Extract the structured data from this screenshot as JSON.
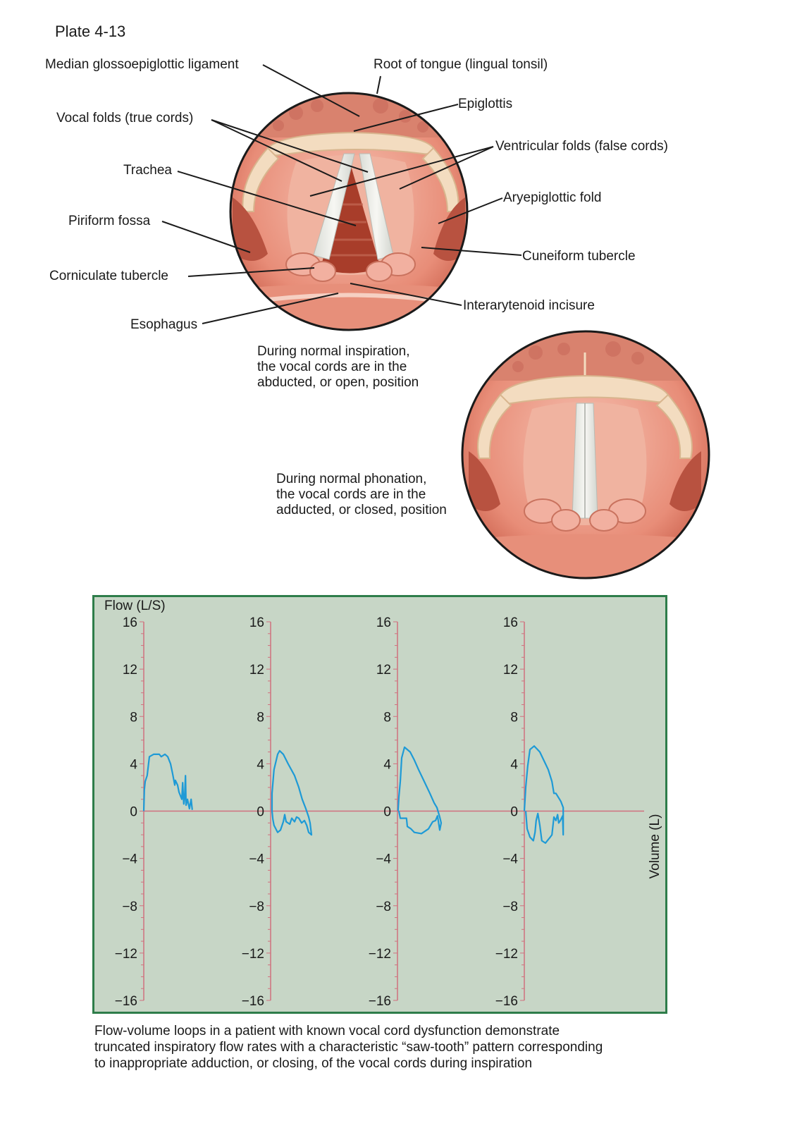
{
  "plate": "Plate 4-13",
  "labels": {
    "median_ligament": "Median glossoepiglottic ligament",
    "root_tongue": "Root of tongue (lingual tonsil)",
    "epiglottis": "Epiglottis",
    "vocal_folds": "Vocal folds (true cords)",
    "ventricular_folds": "Ventricular folds (false cords)",
    "trachea": "Trachea",
    "aryepiglottic_fold": "Aryepiglottic fold",
    "piriform_fossa": "Piriform fossa",
    "cuneiform_tubercle": "Cuneiform tubercle",
    "corniculate_tubercle": "Corniculate tubercle",
    "interarytenoid_incisure": "Interarytenoid incisure",
    "esophagus": "Esophagus"
  },
  "captions": {
    "inspiration": [
      "During normal inspiration,",
      "the vocal cords are in the",
      "abducted, or open, position"
    ],
    "phonation": [
      "During normal phonation,",
      "the vocal cords are in the",
      "adducted, or closed, position"
    ],
    "figure": [
      "Flow-volume loops in a patient with known vocal cord dysfunction demonstrate",
      "truncated inspiratory flow rates with a characteristic “saw-tooth” pattern corresponding",
      "to inappropriate adduction, or closing, of the vocal cords during inspiration"
    ]
  },
  "colors": {
    "axis": "#d0707e",
    "trace": "#1e9ad6",
    "panel_bg": "#c7d6c6",
    "panel_border": "#2e7d4a",
    "tissue": "#e38a78"
  },
  "chart_data": {
    "type": "line",
    "ylabel": "Flow (L/S)",
    "xlabel": "Volume (L)",
    "ylim": [
      -16,
      16
    ],
    "yticks": [
      "16",
      "12",
      "8",
      "4",
      "0",
      "−4",
      "−8",
      "−12",
      "−16"
    ],
    "series": [
      {
        "points": [
          [
            0,
            0
          ],
          [
            0.02,
            1.8
          ],
          [
            0.05,
            2.5
          ],
          [
            0.12,
            3.0
          ],
          [
            0.2,
            4.6
          ],
          [
            0.35,
            4.8
          ],
          [
            0.55,
            4.8
          ],
          [
            0.62,
            4.6
          ],
          [
            0.75,
            4.8
          ],
          [
            0.85,
            4.6
          ],
          [
            0.95,
            4.0
          ],
          [
            1.02,
            3.2
          ],
          [
            1.1,
            2.2
          ],
          [
            1.12,
            2.6
          ],
          [
            1.2,
            2.2
          ],
          [
            1.25,
            1.6
          ],
          [
            1.35,
            1.0
          ],
          [
            1.38,
            2.4
          ],
          [
            1.4,
            1.4
          ],
          [
            1.42,
            0.6
          ],
          [
            1.45,
            1.2
          ],
          [
            1.48,
            3.0
          ],
          [
            1.5,
            0.5
          ],
          [
            1.55,
            1.0
          ],
          [
            1.62,
            0.2
          ],
          [
            1.68,
            1.0
          ],
          [
            1.72,
            0.1
          ]
        ]
      },
      {
        "points": [
          [
            0.05,
            0
          ],
          [
            0.05,
            1.5
          ],
          [
            0.12,
            3.5
          ],
          [
            0.25,
            4.8
          ],
          [
            0.32,
            5.1
          ],
          [
            0.45,
            4.8
          ],
          [
            0.62,
            4.0
          ],
          [
            0.85,
            3.0
          ],
          [
            1.0,
            2.0
          ],
          [
            1.12,
            1.0
          ],
          [
            1.25,
            0.2
          ],
          [
            1.35,
            -0.5
          ],
          [
            1.4,
            -1.0
          ],
          [
            1.45,
            -2.0
          ],
          [
            1.35,
            -1.8
          ],
          [
            1.28,
            -1.2
          ],
          [
            1.2,
            -0.8
          ],
          [
            1.1,
            -1.0
          ],
          [
            1.0,
            -0.6
          ],
          [
            0.92,
            -0.5
          ],
          [
            0.85,
            -0.9
          ],
          [
            0.75,
            -0.6
          ],
          [
            0.68,
            -1.1
          ],
          [
            0.55,
            -0.9
          ],
          [
            0.5,
            -0.3
          ],
          [
            0.45,
            -0.9
          ],
          [
            0.35,
            -1.6
          ],
          [
            0.25,
            -1.8
          ],
          [
            0.12,
            -1.2
          ],
          [
            0.08,
            -0.7
          ],
          [
            0.05,
            0
          ]
        ]
      },
      {
        "points": [
          [
            0.02,
            0
          ],
          [
            0.05,
            1.2
          ],
          [
            0.1,
            2.5
          ],
          [
            0.15,
            4.5
          ],
          [
            0.25,
            5.4
          ],
          [
            0.45,
            5.0
          ],
          [
            0.6,
            4.3
          ],
          [
            0.75,
            3.5
          ],
          [
            0.95,
            2.5
          ],
          [
            1.15,
            1.5
          ],
          [
            1.3,
            0.7
          ],
          [
            1.4,
            0.3
          ],
          [
            1.5,
            -0.5
          ],
          [
            1.55,
            -1.0
          ],
          [
            1.5,
            -1.6
          ],
          [
            1.42,
            -0.4
          ],
          [
            1.35,
            -0.8
          ],
          [
            1.25,
            -0.9
          ],
          [
            1.1,
            -1.5
          ],
          [
            0.85,
            -1.9
          ],
          [
            0.6,
            -1.8
          ],
          [
            0.48,
            -1.5
          ],
          [
            0.35,
            -1.3
          ],
          [
            0.32,
            -0.6
          ],
          [
            0.2,
            -0.6
          ],
          [
            0.1,
            -0.6
          ],
          [
            0.05,
            0
          ]
        ]
      },
      {
        "points": [
          [
            0,
            0
          ],
          [
            0.05,
            2.0
          ],
          [
            0.12,
            3.8
          ],
          [
            0.2,
            5.2
          ],
          [
            0.35,
            5.5
          ],
          [
            0.55,
            5.0
          ],
          [
            0.75,
            4.0
          ],
          [
            0.85,
            3.5
          ],
          [
            0.98,
            2.5
          ],
          [
            1.05,
            1.5
          ],
          [
            1.12,
            1.5
          ],
          [
            1.25,
            1.0
          ],
          [
            1.3,
            0.8
          ],
          [
            1.38,
            0.3
          ],
          [
            1.38,
            -2.0
          ],
          [
            1.36,
            -0.4
          ],
          [
            1.28,
            -0.8
          ],
          [
            1.22,
            -1.0
          ],
          [
            1.18,
            -0.3
          ],
          [
            1.12,
            -0.8
          ],
          [
            1.05,
            -0.5
          ],
          [
            0.98,
            -2.0
          ],
          [
            0.92,
            -2.2
          ],
          [
            0.85,
            -2.4
          ],
          [
            0.75,
            -2.7
          ],
          [
            0.62,
            -2.5
          ],
          [
            0.55,
            -1.2
          ],
          [
            0.48,
            -0.2
          ],
          [
            0.42,
            -0.8
          ],
          [
            0.38,
            -1.8
          ],
          [
            0.32,
            -2.5
          ],
          [
            0.2,
            -2.2
          ],
          [
            0.1,
            -1.5
          ],
          [
            0.05,
            0
          ]
        ]
      }
    ]
  }
}
